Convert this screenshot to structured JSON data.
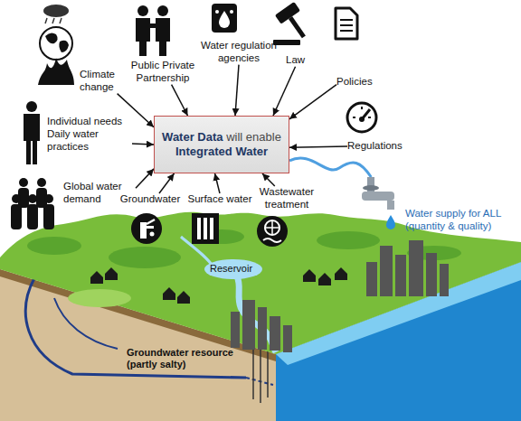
{
  "diagram": {
    "nodes": [
      {
        "text": [
          "Climate change"
        ]
      },
      {
        "text": [
          "Public Private Partnership"
        ]
      },
      {
        "text": [
          "Water regulation agencies"
        ]
      },
      {
        "text": [
          "Law"
        ]
      },
      {
        "text": [
          "Policies"
        ]
      },
      {
        "text": [
          "Individual needs Daily water practices"
        ]
      },
      {
        "text": [
          "Water Data will enable Integrated Water"
        ]
      },
      {
        "text": [
          "Regulations"
        ]
      },
      {
        "text": [
          "Global water demand"
        ]
      },
      {
        "text": [
          "Groundwater"
        ]
      },
      {
        "text": [
          "Surface water"
        ]
      },
      {
        "text": [
          "Wastewater treatment"
        ]
      },
      {
        "text": [
          "Water supply for ALL (quantity & quality)"
        ]
      }
    ],
    "edges": [
      {
        "from": 0,
        "to": 6,
        "arrow": "to"
      },
      {
        "from": 1,
        "to": 6,
        "arrow": "to"
      },
      {
        "from": 2,
        "to": 6,
        "arrow": "to"
      },
      {
        "from": 3,
        "to": 6,
        "arrow": "to"
      },
      {
        "from": 4,
        "to": 6,
        "arrow": "to"
      },
      {
        "from": 5,
        "to": 6,
        "arrow": "to"
      },
      {
        "from": 7,
        "to": 6,
        "arrow": "to"
      },
      {
        "from": 8,
        "to": 6,
        "arrow": "to"
      },
      {
        "from": 9,
        "to": 6,
        "arrow": "to"
      },
      {
        "from": 10,
        "to": 6,
        "arrow": "to"
      },
      {
        "from": 11,
        "to": 6,
        "arrow": "to"
      },
      {
        "from": 6,
        "to": 12,
        "arrow": "none"
      }
    ],
    "labels": [
      "Reservoir",
      "Groundwater resource (partly salty)"
    ]
  }
}
